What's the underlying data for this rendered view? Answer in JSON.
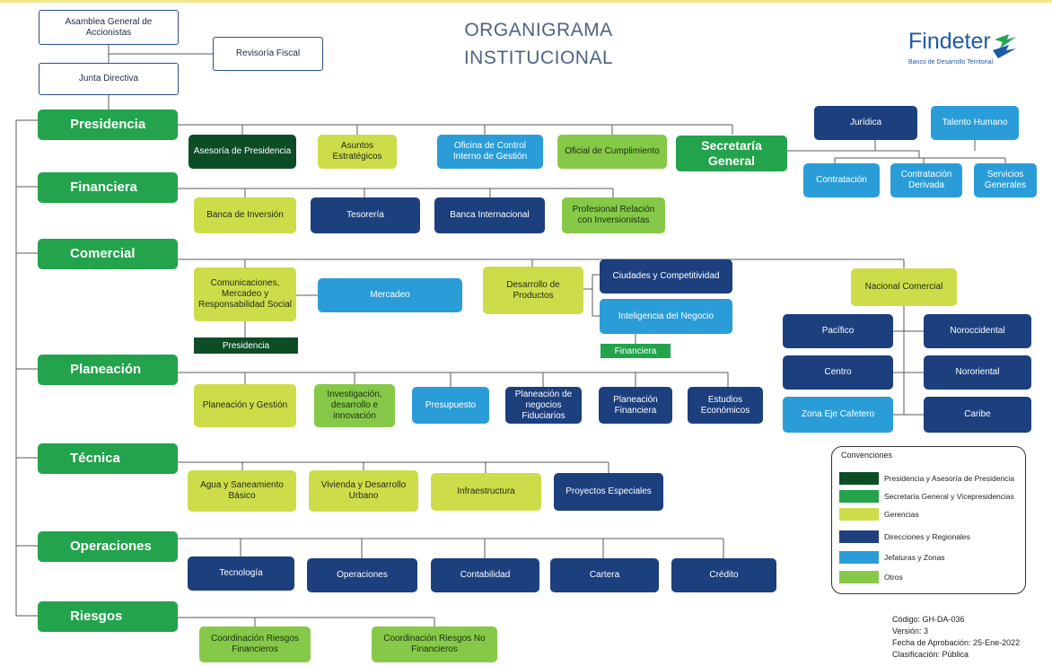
{
  "title": {
    "line1": "ORGANIGRAMA",
    "line2": "INSTITUCIONAL"
  },
  "logo": {
    "name": "Findeter",
    "tagline": "Banco de Desarrollo Territorial"
  },
  "top": {
    "asamblea": "Asamblea General de Accionistas",
    "revisoria": "Revisoría Fiscal",
    "junta": "Junta Directiva"
  },
  "vps": {
    "presidencia": "Presidencia",
    "financiera": "Financiera",
    "comercial": "Comercial",
    "planeacion": "Planeación",
    "tecnica": "Técnica",
    "operaciones": "Operaciones",
    "riesgos": "Riesgos",
    "secretaria": "Secretaría General"
  },
  "presidencia_units": {
    "asesoria": "Asesoría de Presidencia",
    "asuntos": "Asuntos Estratégicos",
    "control": "Oficina de Control Interno de Gestión",
    "oficial": "Oficial de Cumplimiento"
  },
  "secretaria_units": {
    "juridica": "Jurídica",
    "talento": "Talento Humano",
    "contratacion": "Contratación",
    "contratacion_derivada": "Contratación Derivada",
    "servicios": "Servicios Generales"
  },
  "financiera_units": {
    "banco": "Banca de Inversión",
    "tesoreria": "Tesorería",
    "banca_int": "Banca Internacional",
    "profesional": "Profesional Relación con Inversionistas"
  },
  "comercial_units": {
    "comunicaciones": "Comunicaciones, Mercadeo y Responsabilidad Social",
    "mercadeo": "Mercadeo",
    "desarrollo": "Desarrollo de Productos",
    "ciudades": "Ciudades y Competitividad",
    "inteligencia": "Inteligencia del Negocio",
    "presidencia_tag": "Presidencia",
    "financiera_tag": "Financiera",
    "nacional": "Nacional Comercial",
    "pacifico": "Pacífico",
    "noroccidental": "Noroccidental",
    "centro": "Centro",
    "nororiental": "Nororiental",
    "zona_eje": "Zona Eje Cafetero",
    "caribe": "Caribe"
  },
  "planeacion_units": {
    "planeacion_gestion": "Planeación y Gestión",
    "investigacion": "Investigación, desarrollo e innovación",
    "presupuesto": "Presupuesto",
    "planeacion_negocios": "Planeación de negocios Fiduciarios",
    "planeacion_financiera": "Planeación Financiera",
    "estudios": "Estudios Económicos"
  },
  "tecnica_units": {
    "agua": "Agua y Saneamiento Básico",
    "vivienda": "Vivienda y Desarrollo Urbano",
    "infraestructura": "Infraestructura",
    "proyectos": "Proyectos Especiales"
  },
  "operaciones_units": {
    "tecnologia": "Tecnología",
    "operaciones": "Operaciones",
    "contabilidad": "Contabilidad",
    "cartera": "Cartera",
    "credito": "Crédito"
  },
  "riesgos_units": {
    "financieros": "Coordinación Riesgos Financieros",
    "no_financieros": "Coordinación Riesgos No Financieros"
  },
  "legend": {
    "title": "Convenciones",
    "items": [
      {
        "label": "Presidencia y Asesoría de Presidencia",
        "color": "#0d4d26"
      },
      {
        "label": "Secretaría General y Vicepresidencias",
        "color": "#22a34c"
      },
      {
        "label": "Gerencias",
        "color": "#cddd4a"
      },
      {
        "label": "Direcciones y Regionales",
        "color": "#1c3f7e"
      },
      {
        "label": "Jefaturas y Zonas",
        "color": "#2a9dd8"
      },
      {
        "label": "Otros",
        "color": "#86c948"
      }
    ]
  },
  "meta": {
    "codigo": "Código: GH-DA-036",
    "version": "Versión: 3",
    "fecha": "Fecha de Aprobación: 25-Ene-2022",
    "clasificacion": "Clasificación: Pública"
  }
}
